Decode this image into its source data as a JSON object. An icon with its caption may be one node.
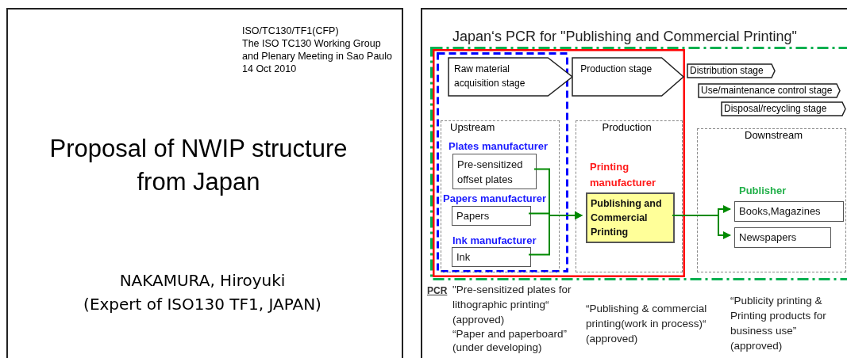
{
  "diagram": {
    "nodes": [
      {
        "text": [
          "ISO/TC130/TF1(CFP)",
          "The ISO TC130 Working Group",
          "and Plenary Meeting in Sao Paulo",
          "14 Oct 2010",
          "Proposal of NWIP structure from Japan",
          "NAKAMURA, Hiroyuki",
          "(Expert of ISO130 TF1, JAPAN)"
        ]
      },
      {
        "text": [
          "Japan‘s PCR for \"Publishing and Commercial Printing\""
        ]
      },
      {
        "text": [],
        "shape": "box",
        "in": 1
      },
      {
        "text": [],
        "shape": "box",
        "in": 2
      },
      {
        "text": [],
        "shape": "box",
        "in": 3
      },
      {
        "text": [
          "Raw material acquisition stage"
        ],
        "in": 4
      },
      {
        "text": [
          "Production stage"
        ],
        "in": 3
      },
      {
        "text": [
          "Distribution stage"
        ],
        "in": 2
      },
      {
        "text": [
          "Use/maintenance control stage"
        ],
        "in": 2
      },
      {
        "text": [
          "Disposal/recycling stage"
        ],
        "in": 2
      },
      {
        "text": [
          "Upstream"
        ],
        "in": 4
      },
      {
        "text": [
          "Plates manufacturer",
          "Pre-sensitized offset plates"
        ],
        "in": 10
      },
      {
        "text": [
          "Papers manufacturer",
          "Papers"
        ],
        "in": 10
      },
      {
        "text": [
          "Ink manufacturer",
          "Ink"
        ],
        "in": 10
      },
      {
        "text": [
          "Production"
        ],
        "in": 3
      },
      {
        "text": [
          "Printing manufacturer",
          "Publishing and Commercial Printing"
        ],
        "in": 14
      },
      {
        "text": [
          "Downstream"
        ],
        "in": 2
      },
      {
        "text": [
          "Publisher",
          "Books,Magazines"
        ],
        "in": 16
      },
      {
        "text": [
          "Newspapers"
        ],
        "in": 16
      }
    ],
    "edges": [
      {
        "from": 11,
        "to": 15,
        "arrow": "to",
        "color": "#008a00"
      },
      {
        "from": 12,
        "to": 15,
        "arrow": "to",
        "color": "#008a00"
      },
      {
        "from": 13,
        "to": 15,
        "arrow": "to",
        "color": "#008a00"
      },
      {
        "from": 15,
        "to": 17,
        "arrow": "to",
        "color": "#008a00"
      },
      {
        "from": 15,
        "to": 18,
        "arrow": "to",
        "color": "#008a00"
      }
    ],
    "labels": [
      "PCR",
      "\"Pre-sensitized plates for lithographic printing“ (approved)",
      "“Publishing & commercial printing(work in process)“ (approved)",
      "“Publicity printing & Printing products for business use” (approved)",
      "“Paper and paperboard” (under developing)"
    ]
  }
}
